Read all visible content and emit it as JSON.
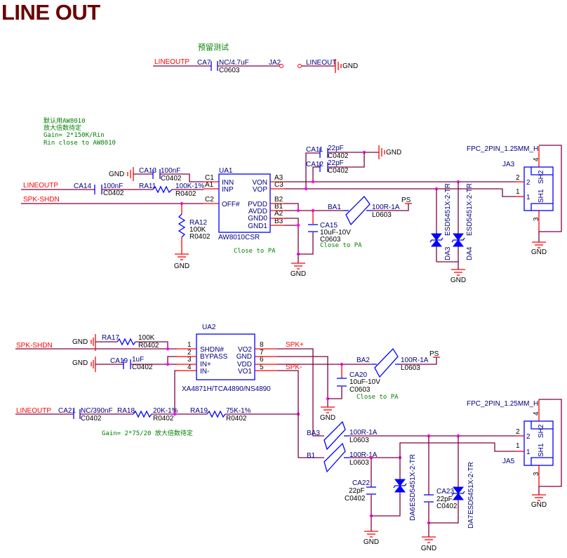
{
  "title": "LINE OUT",
  "test": {
    "note": "预留测试",
    "net_in": "LINEOUTP",
    "cap_ref": "CA7",
    "cap_val": "NC/4.7uF",
    "cap_pkg": "C0603",
    "jack": "JA2",
    "net_out": "LINEOUT",
    "gnd": "GND"
  },
  "aw8010": {
    "notes": [
      "默认用AW8010",
      "放大倍数待定",
      "Gain= 2*150K/Rin",
      "Rin close to AW8010"
    ],
    "ic": {
      "ref": "UA1",
      "part": "AW8010CSR",
      "left_pins": [
        {
          "num": "C1",
          "name": "INN"
        },
        {
          "num": "A1",
          "name": "INP"
        },
        {
          "num": "C2",
          "name": "OFF#"
        }
      ],
      "right_pins": [
        {
          "num": "A3",
          "name": "VON"
        },
        {
          "num": "C3",
          "name": "VOP"
        },
        {
          "num": "B2",
          "name": "PVDD"
        },
        {
          "num": "B1",
          "name": "AVDD"
        },
        {
          "num": "A2",
          "name": "GND0"
        },
        {
          "num": "B3",
          "name": "GND1"
        }
      ]
    },
    "net_lineoutp": "LINEOUTP",
    "net_spk_shdn": "SPK-SHDN",
    "gnd": "GND",
    "ca13": {
      "ref": "CA13",
      "val": "100nF",
      "pkg": "C0402"
    },
    "ca14": {
      "ref": "CA14",
      "val": "100nF",
      "pkg": "C0402"
    },
    "ra11": {
      "ref": "RA11",
      "val": "100K-1%",
      "pkg": "R0402"
    },
    "ra12": {
      "ref": "RA12",
      "val": "100K",
      "pkg": "R0402"
    },
    "ca11": {
      "ref": "CA11",
      "val": "22pF",
      "pkg": "C0402"
    },
    "ca12": {
      "ref": "CA12",
      "val": "22pF",
      "pkg": "C0402"
    },
    "ca15": {
      "ref": "CA15",
      "val": "10uF-10V",
      "pkg": "C0603"
    },
    "ba1": {
      "ref": "BA1",
      "val": "100R-1A",
      "pkg": "L0603"
    },
    "ps": "PS",
    "close_to_pa": "Close to PA",
    "da3": {
      "ref": "DA3",
      "part": "ESD5451X-2-TR"
    },
    "da4": {
      "ref": "DA4",
      "part": "ESD5451X-2-TR"
    },
    "conn": {
      "ref": "JA3",
      "part": "FPC_2PIN_1.25MM_H",
      "pins": [
        "1",
        "2",
        "3",
        "4"
      ],
      "sh1": "SH1",
      "sh2": "SH2"
    }
  },
  "xa4871": {
    "ic": {
      "ref": "UA2",
      "part": "XA4871H/TCA4890/NS4890",
      "left_pins": [
        {
          "num": "1",
          "name": "SHDN#"
        },
        {
          "num": "2",
          "name": "BYPASS"
        },
        {
          "num": "3",
          "name": "IN+"
        },
        {
          "num": "4",
          "name": "IN-"
        }
      ],
      "right_pins": [
        {
          "num": "8",
          "name": "VO2"
        },
        {
          "num": "7",
          "name": "GND"
        },
        {
          "num": "6",
          "name": "VDD"
        },
        {
          "num": "5",
          "name": "VO1"
        }
      ]
    },
    "net_spk_shdn": "SPK-SHDN",
    "net_lineoutp": "LINEOUTP",
    "net_spkp": "SPK+",
    "net_spkn": "SPK-",
    "gnd": "GND",
    "ps": "PS",
    "gain_note": "Gain= 2*75/20 放大倍数待定",
    "ra17": {
      "ref": "RA17",
      "val": "100K",
      "pkg": "R0402"
    },
    "ca19": {
      "ref": "CA19",
      "val": "1uF",
      "pkg": "C0402"
    },
    "ca21": {
      "ref": "CA21",
      "val": "NC/390nF",
      "pkg": "C0402"
    },
    "ra18": {
      "ref": "RA18",
      "val": "20K-1%",
      "pkg": "R0402"
    },
    "ra19": {
      "ref": "RA19",
      "val": "75K-1%",
      "pkg": "R0402"
    },
    "ca20": {
      "ref": "CA20",
      "val": "10uF-10V",
      "pkg": "C0603"
    },
    "ba2": {
      "ref": "BA2",
      "val": "100R-1A",
      "pkg": "L0603"
    },
    "ba3": {
      "ref": "BA3",
      "val": "100R-1A",
      "pkg": "L0603"
    },
    "b1": {
      "ref": "B1",
      "val": "100R-1A",
      "pkg": "L0603"
    },
    "ca22": {
      "ref": "CA22",
      "val": "22pF",
      "pkg": "C0402"
    },
    "ca23": {
      "ref": "CA23",
      "val": "22pF",
      "pkg": "C0402"
    },
    "close_to_pa": "Close to PA",
    "da6": {
      "ref": "DA6",
      "part": "ESD5451X-2-TR"
    },
    "da7": {
      "ref": "DA7",
      "part": "ESD5451X-2-TR"
    },
    "conn": {
      "ref": "JA5",
      "part": "FPC_2PIN_1.25MM_H",
      "pins": [
        "1",
        "2",
        "3",
        "4"
      ],
      "sh1": "SH1",
      "sh2": "SH2"
    }
  },
  "colors": {
    "wire": "#800040",
    "pin": "#ff0000",
    "component": "#0000ff",
    "refdes": "#000080",
    "net_label": "#ff0000",
    "note": "#008000",
    "junction": "#ff00ff",
    "title": "#6b0000"
  }
}
